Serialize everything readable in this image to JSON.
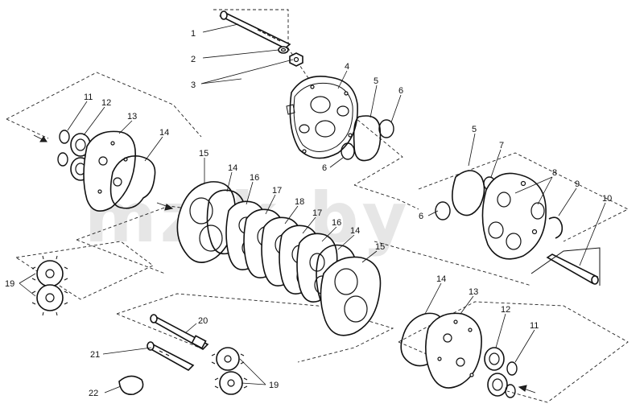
{
  "watermark": "mzik.by",
  "corner_code": "",
  "callouts": {
    "c1": "1",
    "c2": "2",
    "c3": "3",
    "c4": "4",
    "c5a": "5",
    "c6a": "6",
    "c6b": "6",
    "c5b": "5",
    "c7": "7",
    "c8": "8",
    "c9": "9",
    "c10": "10",
    "c6c": "6",
    "c11a": "11",
    "c12a": "12",
    "c13a": "13",
    "c14a": "14",
    "c15a": "15",
    "c14b": "14",
    "c16a": "16",
    "c17a": "17",
    "c18": "18",
    "c17b": "17",
    "c16b": "16",
    "c14c": "14",
    "c15b": "15",
    "c19a": "19",
    "c20": "20",
    "c21": "21",
    "c22": "22",
    "c19b": "19",
    "c14d": "14",
    "c13b": "13",
    "c12b": "12",
    "c11b": "11"
  }
}
